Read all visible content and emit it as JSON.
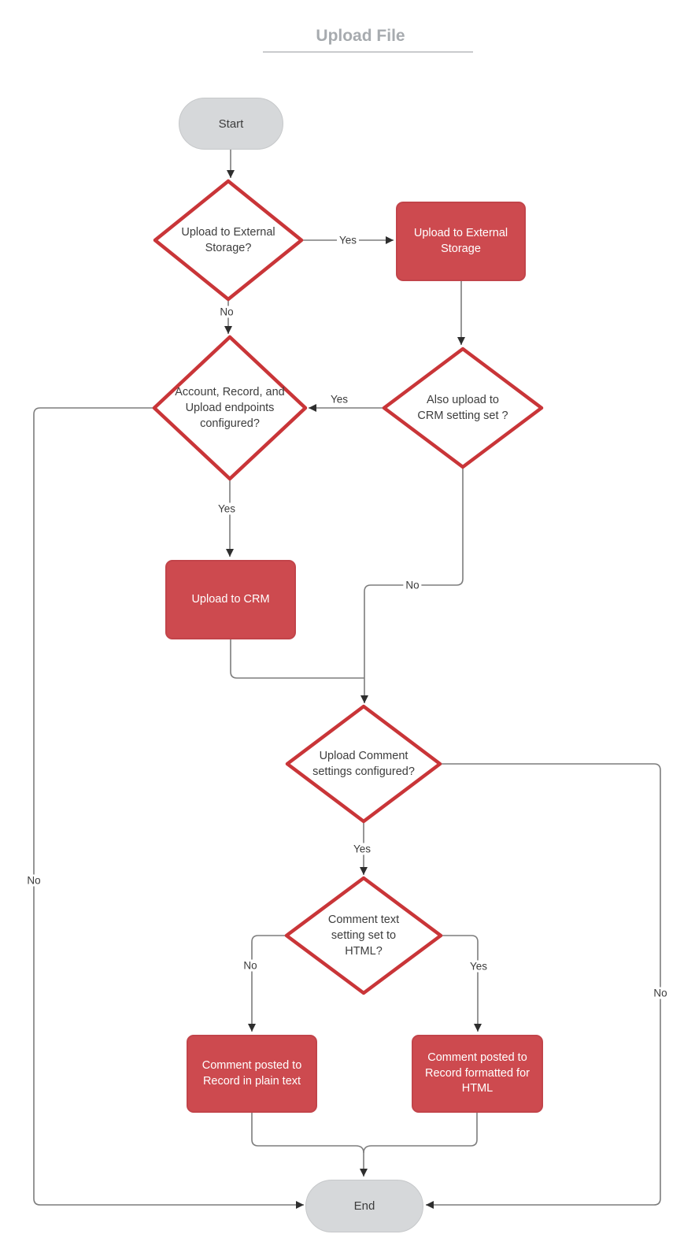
{
  "title": "Upload File",
  "nodes": {
    "start": {
      "label": "Start",
      "type": "terminator"
    },
    "decision_external_storage": {
      "label": "Upload to External Storage?",
      "type": "decision"
    },
    "process_upload_external": {
      "label": "Upload to External Storage",
      "type": "process"
    },
    "decision_also_crm": {
      "label": "Also upload to CRM setting set ?",
      "type": "decision"
    },
    "decision_endpoints": {
      "label": "Account, Record, and Upload endpoints configured?",
      "type": "decision"
    },
    "process_upload_crm": {
      "label": "Upload to CRM",
      "type": "process"
    },
    "decision_comment_settings": {
      "label": "Upload Comment settings configured?",
      "type": "decision"
    },
    "decision_comment_html": {
      "label": "Comment text setting set to HTML?",
      "type": "decision"
    },
    "process_plain_text": {
      "label": "Comment posted to Record in plain text",
      "type": "process"
    },
    "process_html": {
      "label": "Comment posted to Record formatted for HTML",
      "type": "process"
    },
    "end": {
      "label": "End",
      "type": "terminator"
    }
  },
  "edge_labels": {
    "external_storage_yes": "Yes",
    "external_storage_no": "No",
    "also_crm_yes": "Yes",
    "also_crm_no": "No",
    "endpoints_yes": "Yes",
    "endpoints_no": "No",
    "comment_settings_yes": "Yes",
    "comment_settings_no": "No",
    "comment_html_yes": "Yes",
    "comment_html_no": "No"
  },
  "colors": {
    "title_text": "#a7abaf",
    "terminator_fill": "#d6d8da",
    "process_fill": "#cd4a4f",
    "process_border": "#c2444a",
    "decision_border": "#c93538",
    "decision_fill": "#ffffff",
    "connector": "#7d7d7d",
    "arrowhead": "#2e2e2e",
    "node_text": "#3d3d3d",
    "process_text": "#ffffff"
  }
}
